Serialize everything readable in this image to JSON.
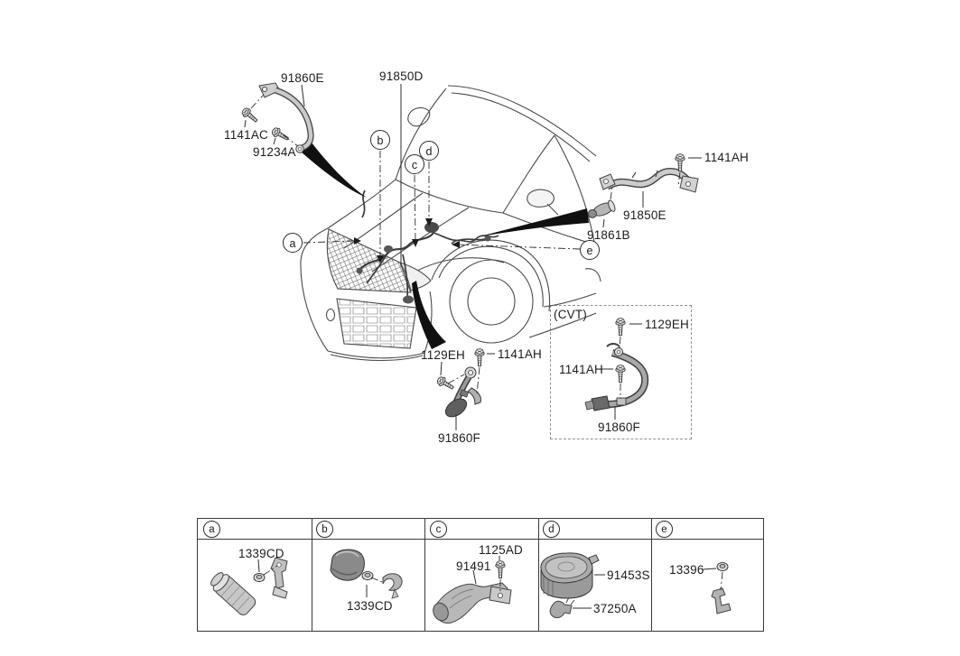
{
  "figure": {
    "markers": {
      "a": "a",
      "b": "b",
      "c": "c",
      "d": "d",
      "e": "e"
    },
    "callouts": {
      "cable_91860e": "91860E",
      "harness_91850d": "91850D",
      "bolt_1141ac": "1141AC",
      "bolt_91234a": "91234A",
      "bolt_1141ah_top": "1141AH",
      "cable_91850e": "91850E",
      "fitting_91861b": "91861B",
      "bolt_1129eh_main": "1129EH",
      "bolt_1141ah_main": "1141AH",
      "cable_91860f_main": "91860F",
      "cvt_caption": "(CVT)",
      "bolt_1129eh_cvt": "1129EH",
      "bolt_1141ah_cvt": "1141AH",
      "cable_91860f_cvt": "91860F"
    }
  },
  "table": {
    "cells": [
      {
        "key": "a",
        "labels": [
          "1339CD"
        ]
      },
      {
        "key": "b",
        "labels": [
          "1339CD"
        ]
      },
      {
        "key": "c",
        "labels": [
          "1125AD",
          "91491"
        ]
      },
      {
        "key": "d",
        "labels": [
          "91453S",
          "37250A"
        ]
      },
      {
        "key": "e",
        "labels": [
          "13396"
        ]
      }
    ]
  },
  "colors": {
    "ink": "#2c2c2c",
    "part_gray": "#b5b5b5",
    "pointer_black": "#101010"
  }
}
